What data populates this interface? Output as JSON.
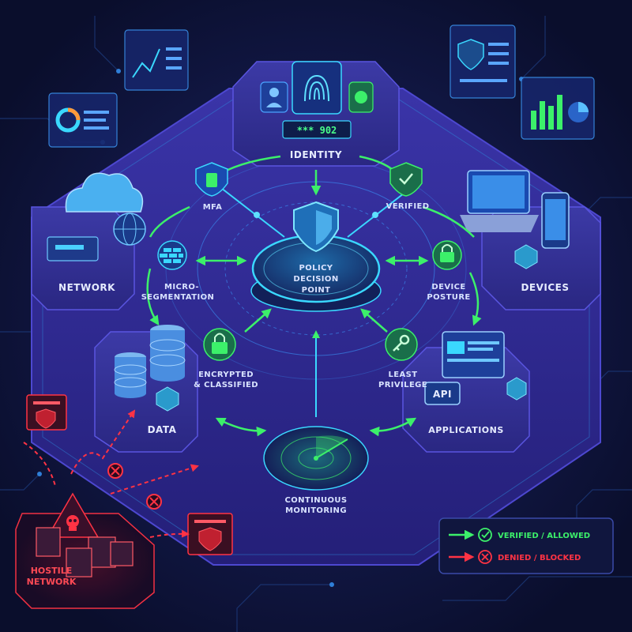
{
  "identity": {
    "label": "IDENTITY",
    "pin_display": "*** 902"
  },
  "center": {
    "line1": "POLICY",
    "line2": "DECISION",
    "line3": "POINT"
  },
  "nodes": {
    "network": "NETWORK",
    "devices": "DEVICES",
    "data": "DATA",
    "applications": "APPLICATIONS",
    "continuous_monitoring_line1": "CONTINUOUS",
    "continuous_monitoring_line2": "MONITORING",
    "hostile_line1": "HOSTILE",
    "hostile_line2": "NETWORK"
  },
  "controls": {
    "mfa": "MFA",
    "verified": "VERIFIED",
    "micro_line1": "MICRO-",
    "micro_line2": "SEGMENTATION",
    "device_posture_line1": "DEVICE",
    "device_posture_line2": "POSTURE",
    "encrypted_line1": "ENCRYPTED",
    "encrypted_line2": "& CLASSIFIED",
    "least_line1": "LEAST",
    "least_line2": "PRIVILEGE",
    "api": "API"
  },
  "legend": {
    "allowed": "VERIFIED / ALLOWED",
    "denied": "DENIED / BLOCKED"
  },
  "colors": {
    "background": "#0b1030",
    "platform": "#2a2a8a",
    "allowed": "#3cf06a",
    "denied": "#ff3344",
    "accent": "#3ad8ff"
  }
}
